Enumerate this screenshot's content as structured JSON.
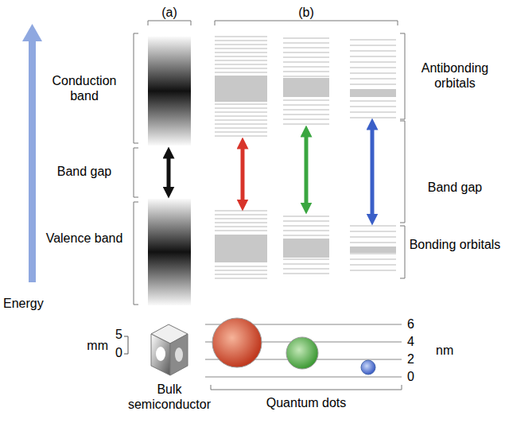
{
  "diagram": {
    "labels": [
      "(a)",
      "(b)",
      "Conduction band",
      "Band gap",
      "Valence band",
      "Energy",
      "Antibonding orbitals",
      "Band gap",
      "Bonding orbitals",
      "5",
      "mm",
      "0",
      "6",
      "4",
      "2",
      "0",
      "nm",
      "Bulk semiconductor",
      "Quantum dots"
    ]
  }
}
